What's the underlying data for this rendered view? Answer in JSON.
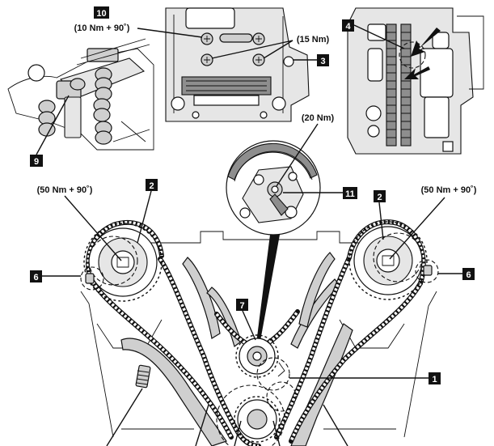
{
  "callouts": {
    "c1": "1",
    "c2_left": "2",
    "c2_right": "2",
    "c3": "3",
    "c4": "4",
    "c6_left": "6",
    "c6_right": "6",
    "c7": "7",
    "c9": "9",
    "c10": "10",
    "c11": "11"
  },
  "torque_labels": {
    "t10": "(10 Nm + 90˚)",
    "t15": "(15 Nm)",
    "t20": "(20 Nm)",
    "t50_left": "(50 Nm + 90˚)",
    "t50_right": "(50 Nm + 90˚)"
  },
  "colors": {
    "ink": "#111111",
    "part_fill": "#cfcfcf",
    "callout_box": "#111111",
    "callout_text": "#ffffff"
  }
}
